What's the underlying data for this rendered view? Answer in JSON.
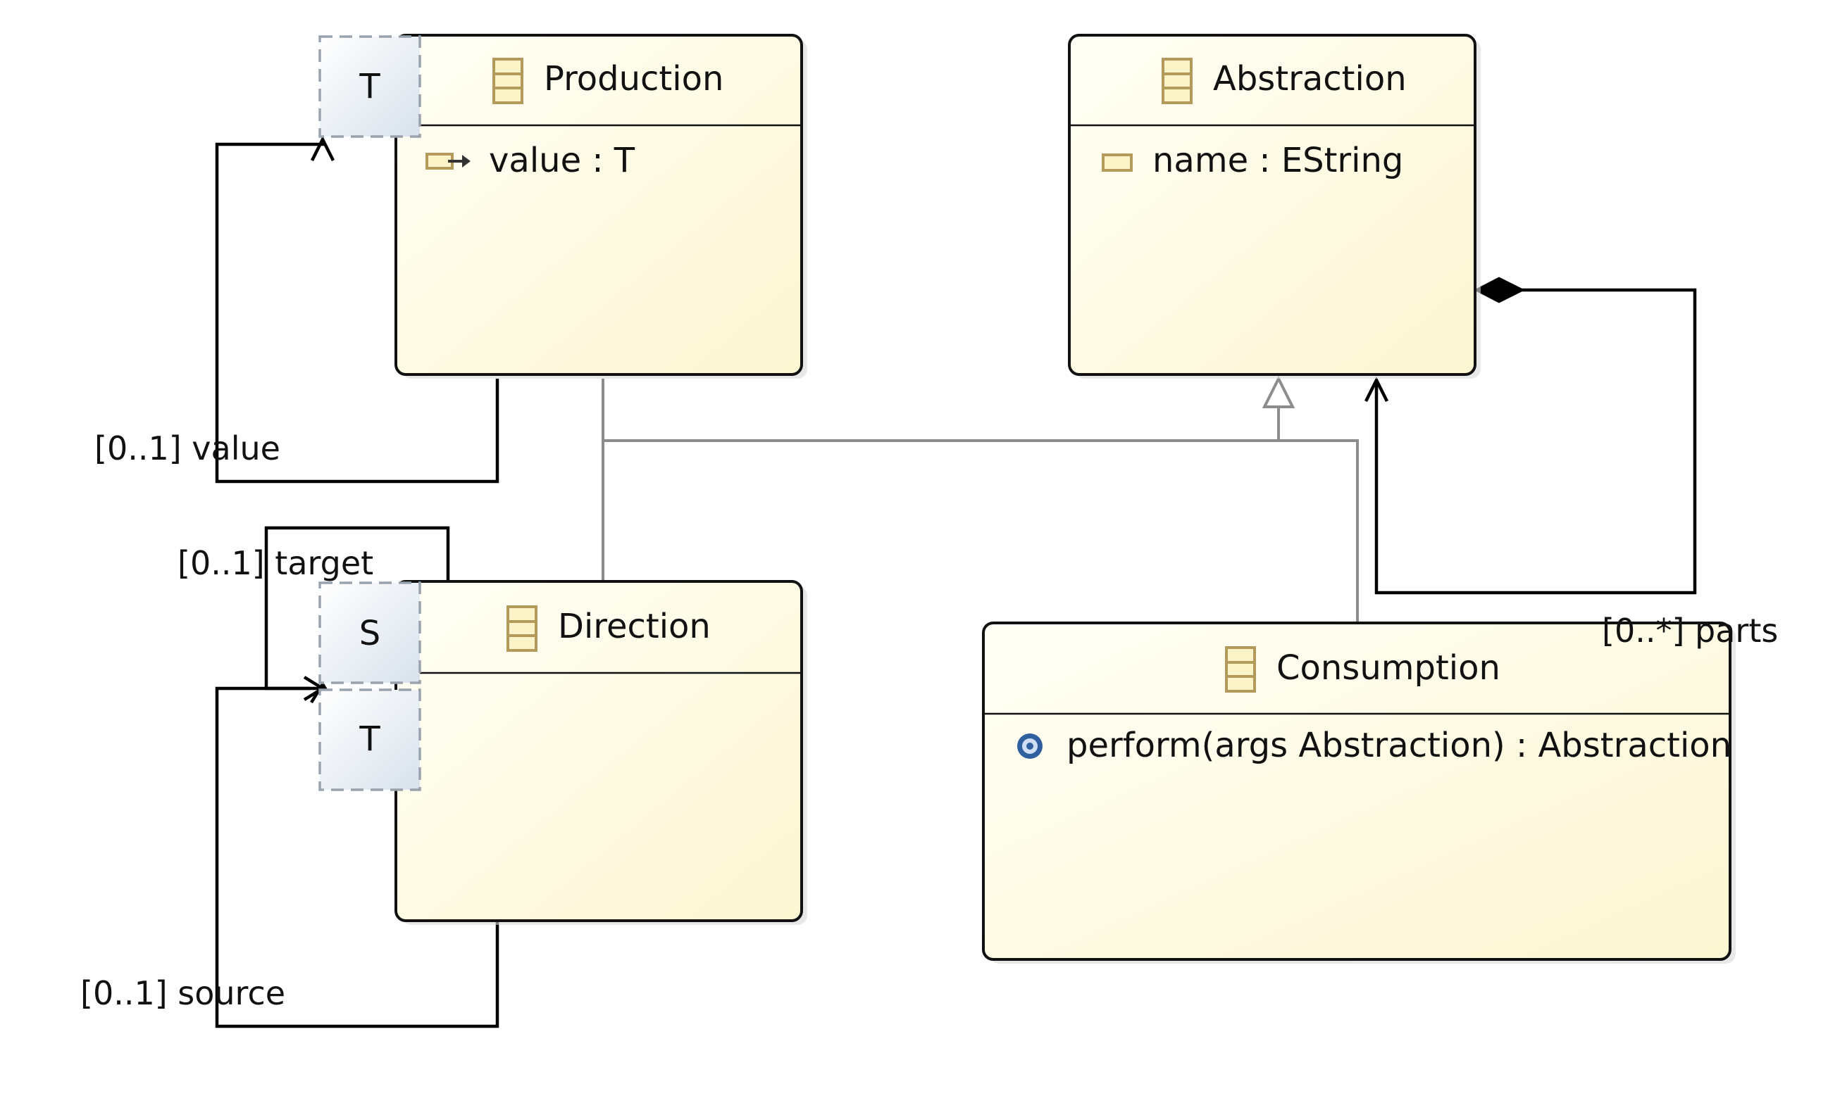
{
  "colors": {
    "class_fill_top": "#fffff6",
    "class_fill_bottom": "#fdf8d8",
    "class_border": "#111111",
    "tparam_fill_top": "#ffffff",
    "tparam_fill_bottom": "#dde6ef",
    "tparam_border": "#9aa3ad",
    "generalization_line": "#8c8c8c",
    "association_line": "#000000",
    "class_icon": "#b3995a",
    "operation_icon": "#2f5f9e"
  },
  "classes": {
    "production": {
      "name": "Production",
      "icon": "eclass-icon",
      "attributes": [
        {
          "icon": "reference-attribute-icon",
          "label": "value : T"
        }
      ],
      "type_parameters": [
        "T"
      ]
    },
    "abstraction": {
      "name": "Abstraction",
      "icon": "eclass-icon",
      "attributes": [
        {
          "icon": "eattribute-icon",
          "label": "name : EString"
        }
      ]
    },
    "direction": {
      "name": "Direction",
      "icon": "eclass-icon",
      "type_parameters": [
        "S",
        "T"
      ]
    },
    "consumption": {
      "name": "Consumption",
      "icon": "eclass-icon",
      "operations": [
        {
          "icon": "eoperation-icon",
          "label": "perform(args Abstraction) : Abstraction"
        }
      ]
    }
  },
  "references": {
    "production_value": "[0..1] value",
    "direction_target": "[0..1] target",
    "direction_source": "[0..1] source",
    "abstraction_parts": "[0..*] parts"
  }
}
